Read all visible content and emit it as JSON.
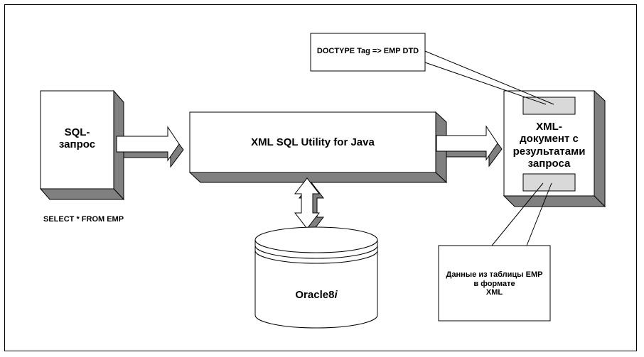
{
  "labels": {
    "sql_query": [
      "SQL-",
      "запрос"
    ],
    "sql_statement": "SELECT * FROM EMP",
    "utility": "XML SQL Utility for Java",
    "database": "Oracle8",
    "database_italic_suffix": "i",
    "xml_doc": [
      "XML-",
      "документ с",
      "результатами",
      "запроса"
    ],
    "doctype_callout": "DOCTYPE Tag => EMP DTD",
    "data_callout": [
      "Данные из таблицы EMP",
      "в формате",
      "XML"
    ]
  },
  "colors": {
    "shadow": "#808080",
    "box_fill": "#ffffff",
    "slot_fill": "#d9d9d9",
    "stroke": "#000000"
  }
}
